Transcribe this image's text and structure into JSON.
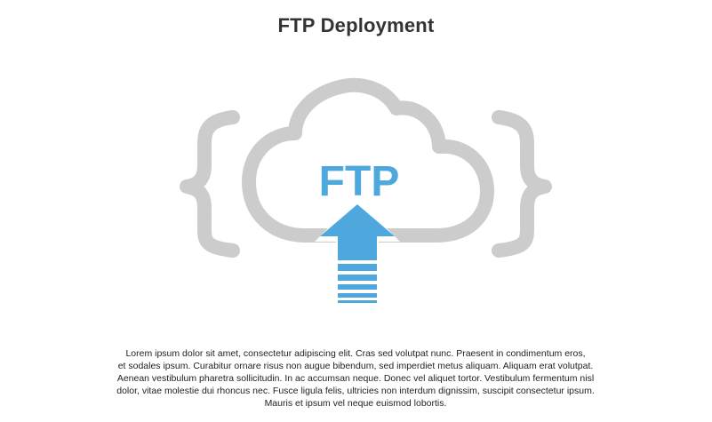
{
  "page": {
    "title": "FTP Deployment"
  },
  "graphic": {
    "cloud_label": "FTP",
    "icons": [
      "left-curly-brace-icon",
      "cloud-icon",
      "upload-arrow-icon",
      "right-curly-brace-icon"
    ],
    "colors": {
      "cloud": "#cccccc",
      "accent": "#4fa8dd",
      "title_text": "#333333",
      "body_text": "#222222"
    }
  },
  "description": {
    "lines": [
      "Lorem ipsum dolor sit amet, consectetur adipiscing elit. Cras sed volutpat nunc. Praesent in condimentum eros,",
      "et sodales ipsum. Curabitur ornare risus non augue bibendum, sed imperdiet metus aliquam. Aliquam erat volutpat.",
      "Aenean vestibulum pharetra sollicitudin. In ac accumsan neque. Donec vel aliquet tortor. Vestibulum fermentum nisl",
      "dolor, vitae molestie dui rhoncus nec. Fusce ligula felis, ultricies non interdum dignissim, suscipit consectetur ipsum.",
      "Mauris et ipsum vel neque euismod lobortis."
    ]
  }
}
